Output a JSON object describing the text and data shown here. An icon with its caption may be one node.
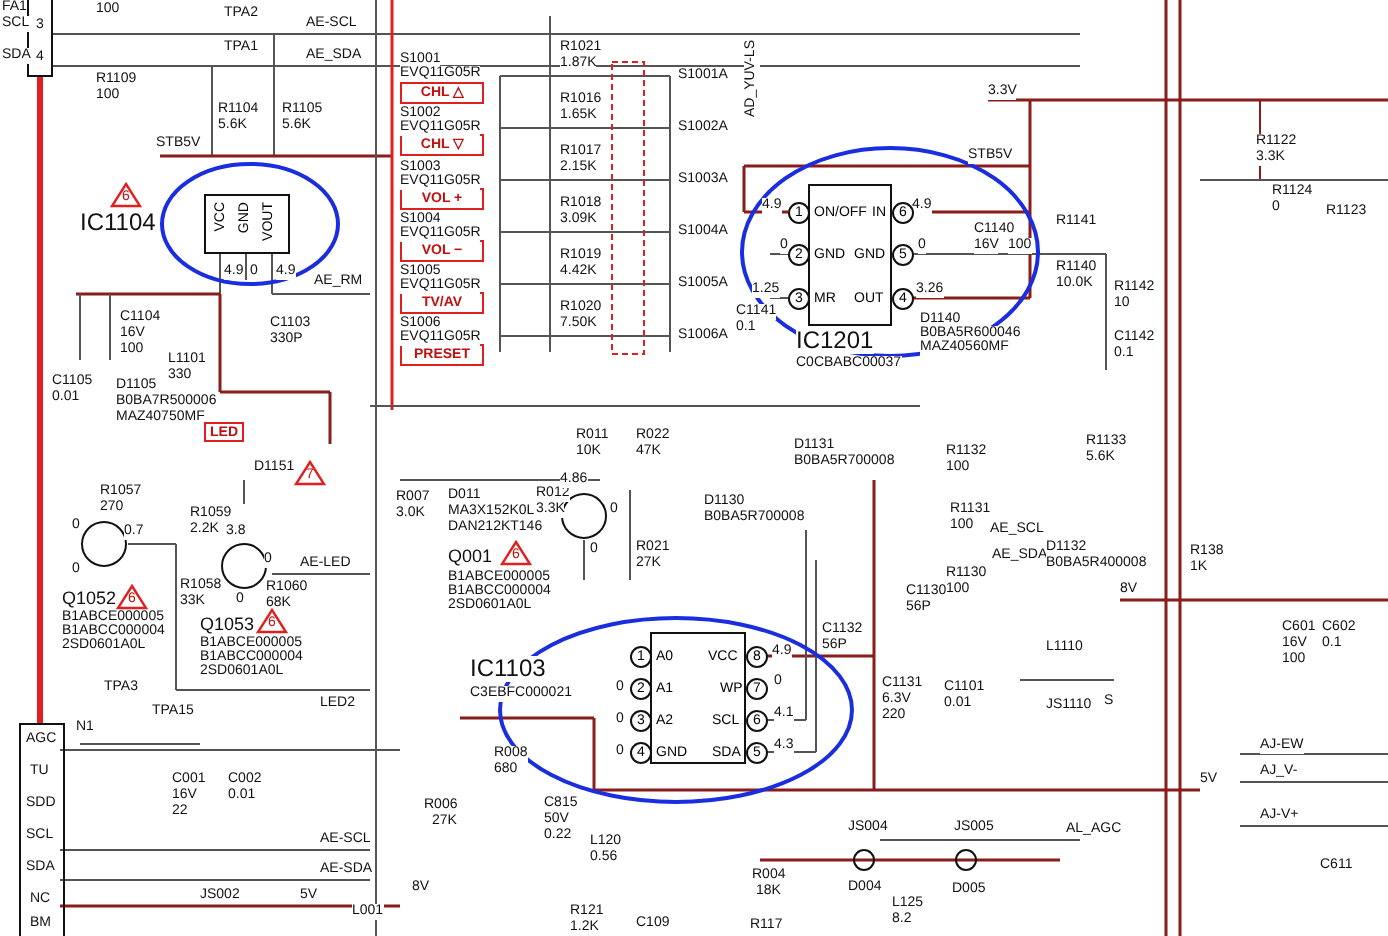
{
  "diagram": {
    "nodes": [
      {
        "text": [
          "CHL △"
        ]
      },
      {
        "text": [
          "CHL ▽"
        ]
      },
      {
        "text": [
          "VOL +"
        ]
      },
      {
        "text": [
          "VOL −"
        ]
      },
      {
        "text": [
          "TV/AV"
        ]
      },
      {
        "text": [
          "PRESET"
        ]
      },
      {
        "text": [
          "LED"
        ]
      },
      {
        "text": [
          "VCC",
          "GND",
          "VOUT"
        ],
        "beside": [
          "IC1104"
        ]
      },
      {
        "text": [
          "ON/OFF",
          "GND",
          "MR",
          "IN",
          "GND",
          "OUT"
        ],
        "beside": [
          "IC1201",
          "C0CBABC00037"
        ]
      },
      {
        "text": [
          "A0",
          "A1",
          "A2",
          "GND",
          "VCC",
          "WP",
          "SCL",
          "SDA"
        ],
        "beside": [
          "IC1103",
          "C3EBFC000021"
        ]
      }
    ],
    "labels": [
      "FA1",
      "SCL",
      "3",
      "SDA",
      "4",
      "100",
      "TPA2",
      "AE-SCL",
      "TPA1",
      "AE_SDA",
      "R1109",
      "100",
      "R1104",
      "5.6K",
      "R1105",
      "5.6K",
      "STB5V",
      "6",
      "4.9",
      "0",
      "4.9",
      "AE_RM",
      "C1104",
      "16V",
      "100",
      "C1103",
      "330P",
      "L1101",
      "330",
      "C1105",
      "0.01",
      "D1105",
      "B0BA7R500006",
      "MAZ40750MF",
      "S1001",
      "EVQ11G05R",
      "S1002",
      "EVQ11G05R",
      "S1003",
      "EVQ11G05R",
      "S1004",
      "EVQ11G05R",
      "S1005",
      "EVQ11G05R",
      "S1006",
      "EVQ11G05R",
      "R1021",
      "1.87K",
      "R1016",
      "1.65K",
      "R1017",
      "2.15K",
      "R1018",
      "3.09K",
      "R1019",
      "4.42K",
      "R1020",
      "7.50K",
      "S1001A",
      "S1002A",
      "S1003A",
      "S1004A",
      "S1005A",
      "S1006A",
      "AD_YUV-LS",
      "4.9",
      "0",
      "1.25",
      "4.9",
      "0",
      "3.26",
      "C1141",
      "0.1",
      "3.3V",
      "STB5V",
      "R1141",
      "C1140",
      "16V",
      "100",
      "R1140",
      "10.0K",
      "R1142",
      "10",
      "C1142",
      "0.1",
      "D1140",
      "B0BA5R600046",
      "MAZ40560MF",
      "R1122",
      "3.3K",
      "R1124",
      "0",
      "R1123",
      "R011",
      "10K",
      "R022",
      "47K",
      "D1131",
      "B0BA5R700008",
      "R1132",
      "100",
      "R1133",
      "5.6K",
      "R1057",
      "270",
      "0",
      "0.7",
      "0",
      "Q1052",
      "6",
      "B1ABCE000005",
      "B1ABCC000004",
      "2SD0601A0L",
      "D1151",
      "7",
      "R1059",
      "2.2K",
      "3.8",
      "0",
      "AE-LED",
      "0",
      "R1058",
      "33K",
      "R1060",
      "68K",
      "Q1053",
      "6",
      "B1ABCE000005",
      "B1ABCC000004",
      "2SD0601A0L",
      "LED2",
      "TPA3",
      "N1",
      "TPA15",
      "AGC",
      "TU",
      "SDD",
      "SCL",
      "SDA",
      "NC",
      "BM",
      "C001",
      "16V",
      "22",
      "C002",
      "0.01",
      "AE-SCL",
      "AE-SDA",
      "JS002",
      "5V",
      "R007",
      "3.0K",
      "D011",
      "MA3X152K0L",
      "DAN212KT146",
      "R012",
      "3.3K",
      "4.86",
      "0",
      "0",
      "Q001",
      "6",
      "B1ABCE000005",
      "B1ABCC000004",
      "2SD0601A0L",
      "R021",
      "27K",
      "D1130",
      "B0BA5R700008",
      "C1132",
      "56P",
      "C1130",
      "56P",
      "0",
      "0",
      "0",
      "4.9",
      "0",
      "4.1",
      "4.3",
      "C1131",
      "6.3V",
      "220",
      "R008",
      "680",
      "R006",
      "27K",
      "C815",
      "50V",
      "0.22",
      "JS004",
      "R004",
      "18K",
      "D004",
      "L125",
      "8.2",
      "L120",
      "0.56",
      "R121",
      "1.2K",
      "C109",
      "R117",
      "L001",
      "8V",
      "R1131",
      "100",
      "AE_SCL",
      "AE_SDA",
      "R1130",
      "100",
      "D1132",
      "B0BA5R400008",
      "R138",
      "1K",
      "8V",
      "C601",
      "C602",
      "L1110",
      "16V",
      "0.1",
      "100",
      "JS1110",
      "S",
      "C1101",
      "0.01",
      "AJ-EW",
      "AJ_V-",
      "AJ-V+",
      "5V",
      "JS005",
      "AL_AGC",
      "D005",
      "C611",
      "1",
      "2",
      "3",
      "6",
      "5",
      "4",
      "1",
      "2",
      "3",
      "4",
      "8",
      "7",
      "6",
      "5"
    ]
  }
}
